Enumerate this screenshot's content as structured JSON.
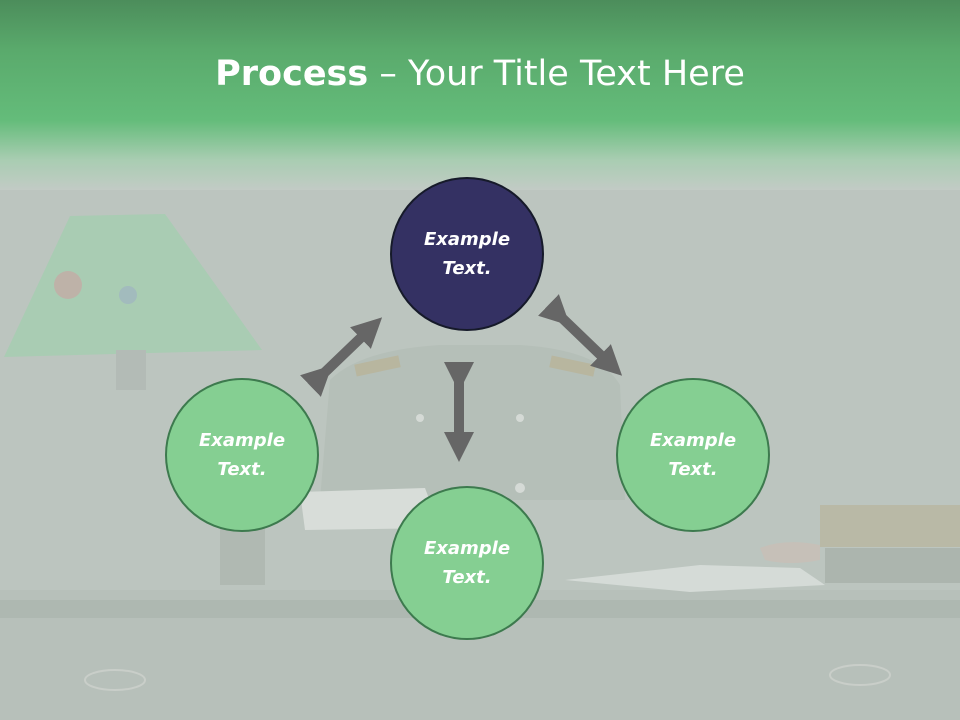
{
  "slide": {
    "title_bold": "Process",
    "title_rest": " – Your Title Text Here"
  },
  "cycle": {
    "top_text": "Example Text.",
    "left_text": "Example Text.",
    "right_text": "Example Text.",
    "bottom_text": "Example Text."
  },
  "colors": {
    "header_green": "#64bc7a",
    "top_circle_fill": "#343163",
    "circle_fill": "#85cf92",
    "arrow_gray": "#666666"
  }
}
